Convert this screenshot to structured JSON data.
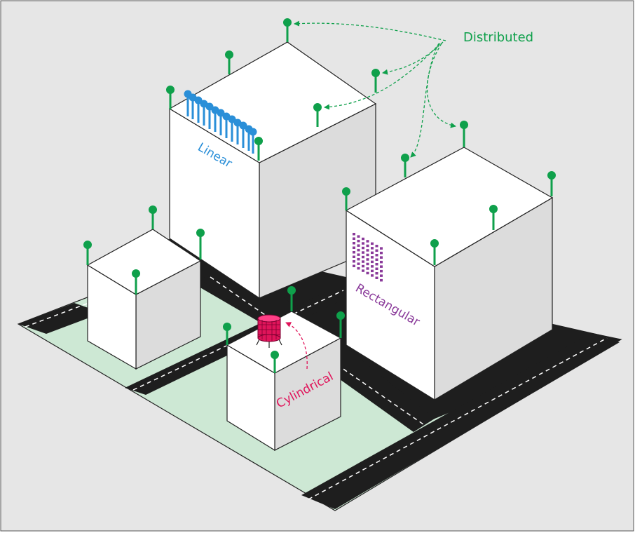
{
  "labels": {
    "distributed": "Distributed",
    "linear": "Linear",
    "rectangular": "Rectangular",
    "cylindrical": "Cylindrical"
  },
  "colors": {
    "frame_bg": "#e6e6e6",
    "ground": "#cde8d4",
    "road": "#1e1e1e",
    "roof": "#ffffff",
    "shaded_face": "#dcdcdc",
    "distributed": "#0fa04b",
    "linear": "#2a8fd8",
    "rectangular": "#8a3a9a",
    "cylindrical": "#e0145a"
  },
  "icons": [
    "antenna-icon",
    "linear-array-icon",
    "rectangular-array-icon",
    "cylindrical-array-icon"
  ]
}
